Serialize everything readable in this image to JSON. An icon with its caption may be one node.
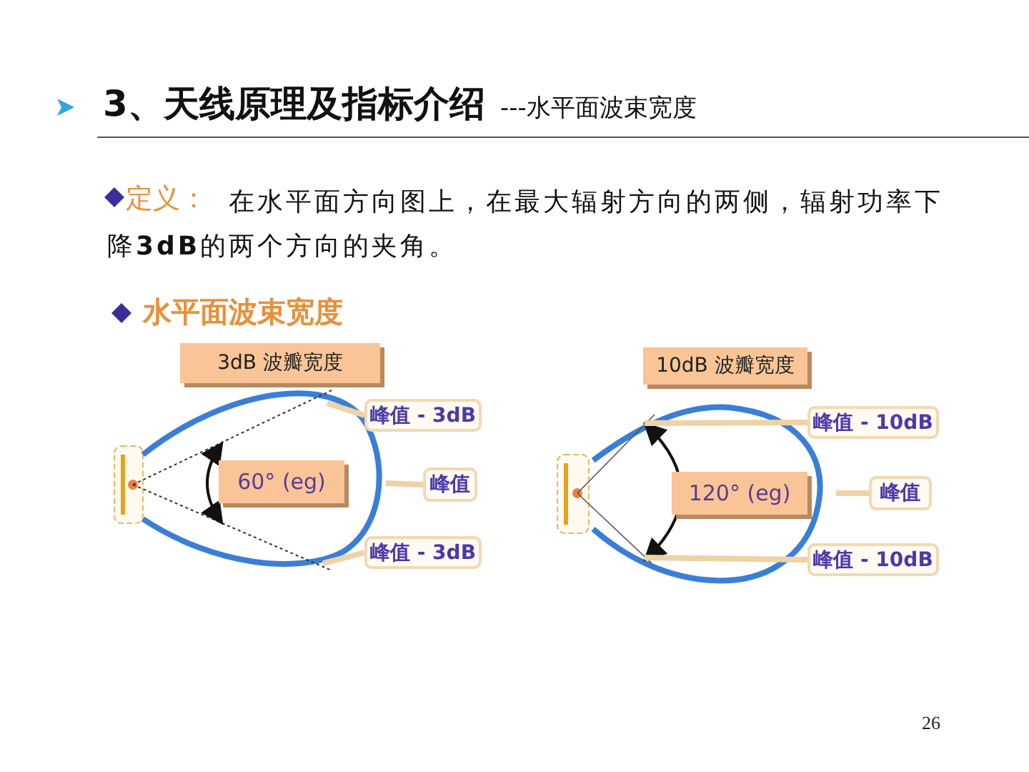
{
  "diagram": {
    "title": "3、天线原理及指标介绍",
    "nodes": [
      {
        "text": [
          "3dB 波瓣宽度"
        ]
      },
      {
        "text": [
          "60° (eg)"
        ]
      },
      {
        "text": [
          "峰值 - 3dB"
        ]
      },
      {
        "text": [
          "峰值"
        ]
      },
      {
        "text": [
          "峰值 - 3dB"
        ]
      },
      {
        "text": [
          "10dB 波瓣宽度"
        ]
      },
      {
        "text": [
          "120° (eg)"
        ]
      },
      {
        "text": [
          "峰值 - 10dB"
        ]
      },
      {
        "text": [
          "峰值"
        ]
      },
      {
        "text": [
          "峰值 - 10dB"
        ]
      }
    ],
    "edges": [
      {
        "from": 2,
        "to": null,
        "arrow": "none"
      },
      {
        "from": 3,
        "to": null,
        "arrow": "none"
      },
      {
        "from": 4,
        "to": null,
        "arrow": "none"
      },
      {
        "from": 7,
        "to": null,
        "arrow": "none"
      },
      {
        "from": 8,
        "to": null,
        "arrow": "none"
      },
      {
        "from": 9,
        "to": null,
        "arrow": "none"
      }
    ],
    "labels": [
      "---水平面波束宽度",
      "定义：",
      "在水平面方向图上，在最大辐射方向的两侧，辐射功率下降**3dB**的两个方向的夹角。",
      "水平面波束宽度",
      "26"
    ]
  }
}
